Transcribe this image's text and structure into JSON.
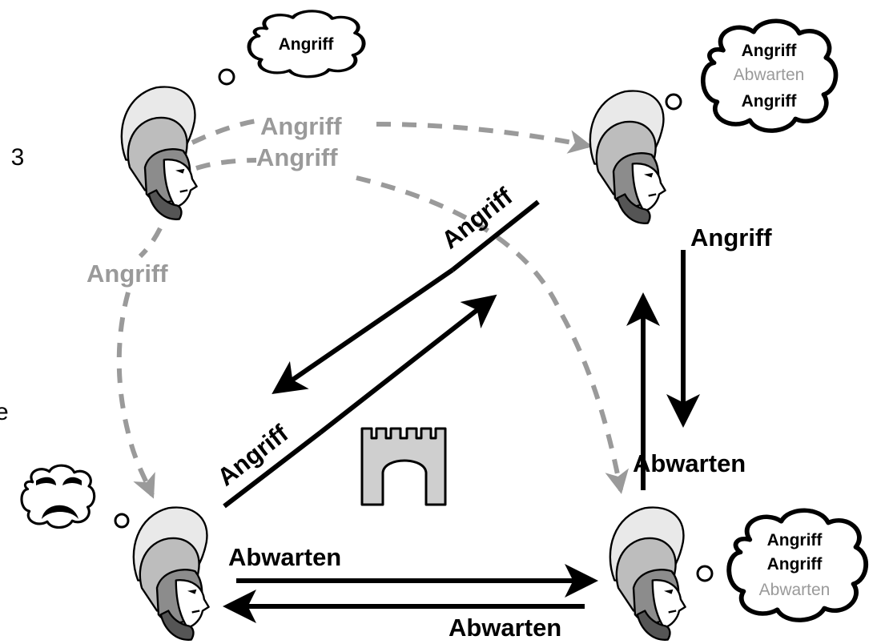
{
  "colors": {
    "black": "#000000",
    "gray_message": "#9a9a9a",
    "helmet_plume": "#e9e9e9",
    "helmet": "#bdbdbd",
    "face_shadow": "#8c8c8c",
    "beard": "#555555",
    "castle": "#cfcfcf"
  },
  "left_edge_text": {
    "digit": "3",
    "letter": "e"
  },
  "generals": [
    {
      "id": "top-left",
      "icon": "spartan-helmet-icon"
    },
    {
      "id": "top-right",
      "icon": "spartan-helmet-icon"
    },
    {
      "id": "bottom-left",
      "icon": "spartan-helmet-icon"
    },
    {
      "id": "bottom-right",
      "icon": "spartan-helmet-icon"
    }
  ],
  "castle": {
    "icon": "castle-gate-icon"
  },
  "thought_bubbles": {
    "top_left": {
      "lines": [
        {
          "text": "Angriff",
          "style": "black"
        }
      ]
    },
    "top_right": {
      "lines": [
        {
          "text": "Angriff",
          "style": "black"
        },
        {
          "text": "Abwarten",
          "style": "gray"
        },
        {
          "text": "Angriff",
          "style": "black"
        }
      ]
    },
    "bottom_right": {
      "lines": [
        {
          "text": "Angriff",
          "style": "black"
        },
        {
          "text": "Angriff",
          "style": "black"
        },
        {
          "text": "Abwarten",
          "style": "gray"
        }
      ]
    },
    "bottom_left": {
      "icon": "sad-face-icon"
    }
  },
  "messages": {
    "tl_to_tr": "Angriff",
    "tl_to_br": "Angriff",
    "tl_to_bl": "Angriff",
    "diag_upper": "Angriff",
    "diag_lower": "Angriff",
    "right_down": "Angriff",
    "right_up": "Abwarten",
    "bottom_top": "Abwarten",
    "bottom_bottom": "Abwarten"
  }
}
